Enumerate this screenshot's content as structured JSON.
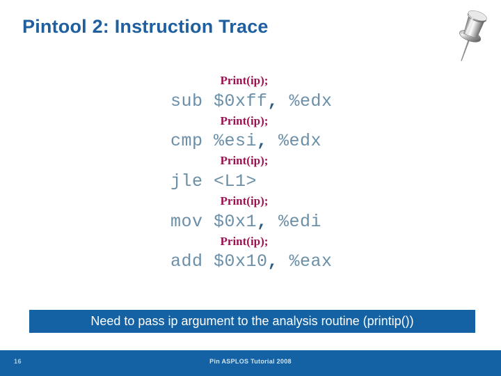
{
  "slide": {
    "title": "Pintool 2: Instruction Trace",
    "decoration_icon": "pushpin-icon"
  },
  "trace": {
    "print_call_label": "Print(ip);",
    "lines": [
      {
        "print_call": "Print(ip);",
        "mnemonic": "sub",
        "operands_before_comma": " $0xff",
        "comma": ",",
        "operands_after_comma": " %edx",
        "full": "sub $0xff, %edx"
      },
      {
        "print_call": "Print(ip);",
        "mnemonic": "cmp",
        "operands_before_comma": " %esi",
        "comma": ",",
        "operands_after_comma": " %edx",
        "full": "cmp %esi, %edx"
      },
      {
        "print_call": "Print(ip);",
        "mnemonic": "jle",
        "operands_before_comma": " <L1>",
        "comma": "",
        "operands_after_comma": "",
        "full": "jle <L1>"
      },
      {
        "print_call": "Print(ip);",
        "mnemonic": "mov",
        "operands_before_comma": " $0x1",
        "comma": ",",
        "operands_after_comma": " %edi",
        "full": "mov $0x1, %edi"
      },
      {
        "print_call": "Print(ip);",
        "mnemonic": "add",
        "operands_before_comma": " $0x10",
        "comma": ",",
        "operands_after_comma": " %eax",
        "full": "add $0x10, %eax"
      }
    ]
  },
  "callout": {
    "text": "Need to pass ip argument to the analysis routine (printip())"
  },
  "footer": {
    "page_number": "16",
    "center_text": "Pin ASPLOS Tutorial 2008"
  },
  "colors": {
    "title_blue": "#1F5FA0",
    "banner_blue": "#1462A4",
    "print_maroon": "#9E1150",
    "asm_blue_gray": "#6C8FA8",
    "background": "#ffffff"
  }
}
